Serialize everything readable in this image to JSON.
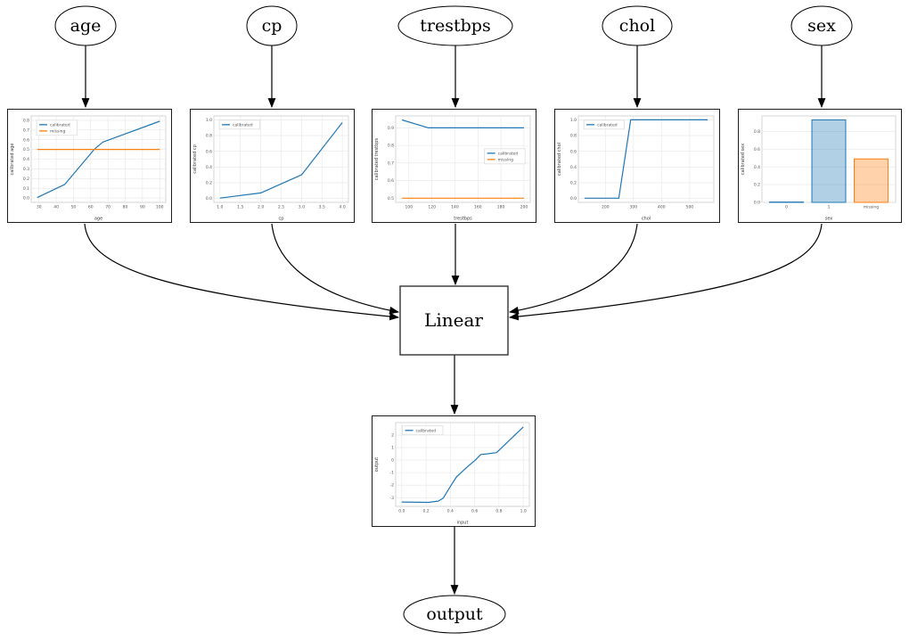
{
  "nodes": {
    "age": {
      "label": "age"
    },
    "cp": {
      "label": "cp"
    },
    "trestbps": {
      "label": "trestbps"
    },
    "chol": {
      "label": "chol"
    },
    "sex": {
      "label": "sex"
    },
    "linear": {
      "label": "Linear"
    },
    "output": {
      "label": "output"
    }
  },
  "colors": {
    "calibrated_line": "#1f77b4",
    "missing_line": "#ff7f0e",
    "bar_blue_fill": "rgba(31,119,180,0.35)",
    "bar_orange_fill": "rgba(255,127,14,0.35)",
    "node_border": "#000000",
    "grid": "#e6e6e6"
  },
  "chart_data": [
    {
      "name": "age",
      "type": "line",
      "xlabel": "age",
      "ylabel": "calibrated age",
      "xlim": [
        25.5,
        103.5
      ],
      "ylim": [
        -0.045,
        0.845
      ],
      "x_ticks": [
        [
          30,
          "30"
        ],
        [
          40,
          "40"
        ],
        [
          50,
          "50"
        ],
        [
          60,
          "60"
        ],
        [
          70,
          "70"
        ],
        [
          80,
          "80"
        ],
        [
          90,
          "90"
        ],
        [
          100,
          "100"
        ]
      ],
      "y_ticks": [
        [
          0,
          "0.0"
        ],
        [
          0.1,
          "0.1"
        ],
        [
          0.2,
          "0.2"
        ],
        [
          0.3,
          "0.3"
        ],
        [
          0.4,
          "0.4"
        ],
        [
          0.5,
          "0.5"
        ],
        [
          0.6,
          "0.6"
        ],
        [
          0.7,
          "0.7"
        ],
        [
          0.8,
          "0.8"
        ]
      ],
      "series": [
        {
          "name": "calibrated",
          "color": "#1f77b4",
          "points": [
            [
              29,
              0.005
            ],
            [
              45,
              0.14
            ],
            [
              62,
              0.5
            ],
            [
              67,
              0.575
            ],
            [
              100,
              0.79
            ]
          ]
        },
        {
          "name": "missing",
          "color": "#ff7f0e",
          "points": [
            [
              29,
              0.5
            ],
            [
              100,
              0.5
            ]
          ]
        }
      ],
      "legend": {
        "anchor": [
          0.04,
          0.05
        ],
        "entries": [
          "calibrated",
          "missing"
        ]
      }
    },
    {
      "name": "cp",
      "type": "line",
      "xlabel": "cp",
      "ylabel": "calibrated cp",
      "xlim": [
        0.85,
        4.15
      ],
      "ylim": [
        -0.05,
        1.05
      ],
      "x_ticks": [
        [
          1,
          "1.0"
        ],
        [
          1.5,
          "1.5"
        ],
        [
          2,
          "2.0"
        ],
        [
          2.5,
          "2.5"
        ],
        [
          3,
          "3.0"
        ],
        [
          3.5,
          "3.5"
        ],
        [
          4,
          "4.0"
        ]
      ],
      "y_ticks": [
        [
          0,
          "0.0"
        ],
        [
          0.2,
          "0.2"
        ],
        [
          0.4,
          "0.4"
        ],
        [
          0.6,
          "0.6"
        ],
        [
          0.8,
          "0.8"
        ],
        [
          1,
          "1.0"
        ]
      ],
      "series": [
        {
          "name": "calibrated",
          "color": "#1f77b4",
          "points": [
            [
              1,
              0.005
            ],
            [
              2,
              0.07
            ],
            [
              3,
              0.3
            ],
            [
              4,
              0.965
            ]
          ]
        }
      ],
      "legend": {
        "anchor": [
          0.04,
          0.05
        ],
        "entries": [
          "calibrated"
        ]
      }
    },
    {
      "name": "trestbps",
      "type": "line",
      "xlabel": "trestbps",
      "ylabel": "calibrated trestbps",
      "xlim": [
        88.5,
        205.5
      ],
      "ylim": [
        0.476,
        0.968
      ],
      "x_ticks": [
        [
          100,
          "100"
        ],
        [
          120,
          "120"
        ],
        [
          140,
          "140"
        ],
        [
          160,
          "160"
        ],
        [
          180,
          "180"
        ],
        [
          200,
          "200"
        ]
      ],
      "y_ticks": [
        [
          0.5,
          "0.5"
        ],
        [
          0.6,
          "0.6"
        ],
        [
          0.7,
          "0.7"
        ],
        [
          0.8,
          "0.8"
        ],
        [
          0.9,
          "0.9"
        ]
      ],
      "series": [
        {
          "name": "calibrated",
          "color": "#1f77b4",
          "points": [
            [
              94,
              0.945
            ],
            [
              117,
              0.9
            ],
            [
              200,
              0.9
            ]
          ]
        },
        {
          "name": "missing",
          "color": "#ff7f0e",
          "points": [
            [
              94,
              0.5
            ],
            [
              200,
              0.5
            ]
          ]
        }
      ],
      "legend": {
        "anchor": [
          0.66,
          0.38
        ],
        "entries": [
          "calibrated",
          "missing"
        ]
      }
    },
    {
      "name": "chol",
      "type": "line",
      "xlabel": "chol",
      "ylabel": "calibrated chol",
      "xlim": [
        104,
        586
      ],
      "ylim": [
        -0.05,
        1.05
      ],
      "x_ticks": [
        [
          200,
          "200"
        ],
        [
          300,
          "300"
        ],
        [
          400,
          "400"
        ],
        [
          500,
          "500"
        ]
      ],
      "y_ticks": [
        [
          0,
          "0.0"
        ],
        [
          0.2,
          "0.2"
        ],
        [
          0.4,
          "0.4"
        ],
        [
          0.6,
          "0.6"
        ],
        [
          0.8,
          "0.8"
        ],
        [
          1,
          "1.0"
        ]
      ],
      "series": [
        {
          "name": "calibrated",
          "color": "#1f77b4",
          "points": [
            [
              126,
              0.003
            ],
            [
              248,
              0.003
            ],
            [
              290,
              1
            ],
            [
              564,
              1
            ]
          ]
        }
      ],
      "legend": {
        "anchor": [
          0.04,
          0.05
        ],
        "entries": [
          "calibrated"
        ]
      }
    },
    {
      "name": "sex",
      "type": "bar",
      "xlabel": "sex",
      "ylabel": "calibrated sex",
      "categories": [
        "0",
        "1",
        "missing"
      ],
      "values": [
        0.004,
        0.93,
        0.49
      ],
      "bar_fill": [
        "rgba(31,119,180,0.35)",
        "rgba(31,119,180,0.35)",
        "rgba(255,127,14,0.35)"
      ],
      "bar_edge": [
        "#1f77b4",
        "#1f77b4",
        "#ff7f0e"
      ],
      "ylim": [
        0,
        0.975
      ],
      "y_ticks": [
        [
          0,
          "0.0"
        ],
        [
          0.2,
          "0.2"
        ],
        [
          0.4,
          "0.4"
        ],
        [
          0.6,
          "0.6"
        ],
        [
          0.8,
          "0.8"
        ]
      ],
      "legend": null
    },
    {
      "name": "output",
      "type": "line",
      "xlabel": "input",
      "ylabel": "output",
      "xlim": [
        -0.05,
        1.05
      ],
      "ylim": [
        -3.7,
        3.0
      ],
      "x_ticks": [
        [
          0,
          "0.0"
        ],
        [
          0.2,
          "0.2"
        ],
        [
          0.4,
          "0.4"
        ],
        [
          0.6,
          "0.6"
        ],
        [
          0.8,
          "0.8"
        ],
        [
          1,
          "1.0"
        ]
      ],
      "y_ticks": [
        [
          -3,
          "-3"
        ],
        [
          -2,
          "-2"
        ],
        [
          -1,
          "-1"
        ],
        [
          0,
          "0"
        ],
        [
          1,
          "1"
        ],
        [
          2,
          "2"
        ]
      ],
      "series": [
        {
          "name": "calibrated",
          "color": "#1f77b4",
          "points": [
            [
              0,
              -3.35
            ],
            [
              0.22,
              -3.38
            ],
            [
              0.3,
              -3.28
            ],
            [
              0.34,
              -3.05
            ],
            [
              0.4,
              -2.1
            ],
            [
              0.45,
              -1.35
            ],
            [
              0.5,
              -0.9
            ],
            [
              0.55,
              -0.45
            ],
            [
              0.6,
              -0.05
            ],
            [
              0.65,
              0.45
            ],
            [
              0.7,
              0.5
            ],
            [
              0.78,
              0.6
            ],
            [
              1.0,
              2.65
            ]
          ]
        }
      ],
      "legend": {
        "anchor": [
          0.05,
          0.04
        ],
        "entries": [
          "calibrated"
        ]
      }
    }
  ]
}
